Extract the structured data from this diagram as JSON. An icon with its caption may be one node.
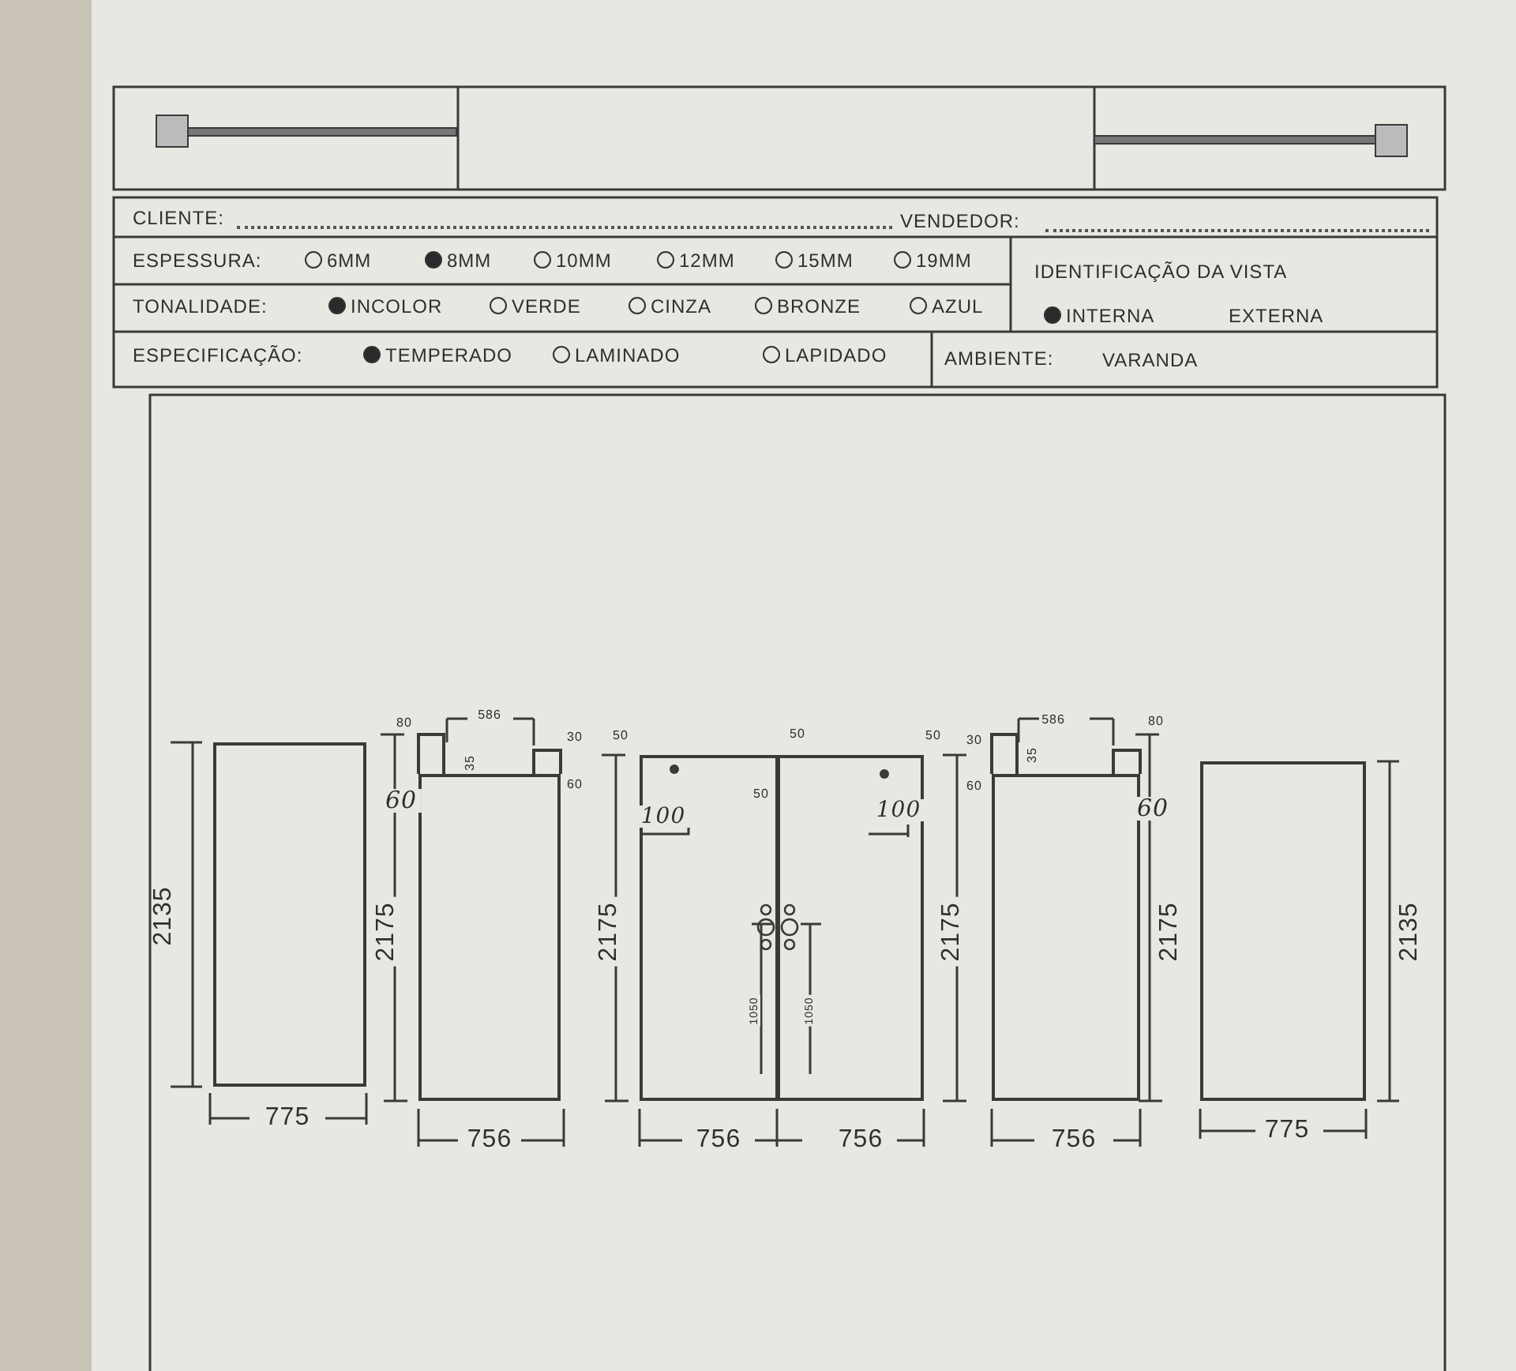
{
  "diagram": {
    "nodes": [
      {
        "text": [],
        "shape": "box"
      },
      {
        "text": [],
        "shape": "box"
      },
      {
        "text": [],
        "shape": "box"
      },
      {
        "text": [],
        "shape": "box"
      },
      {
        "text": [],
        "shape": "box"
      },
      {
        "text": [],
        "shape": "box"
      }
    ],
    "labels": [
      "CLIENTE:",
      "VENDEDOR:",
      "ESPESSURA:",
      "6MM",
      "8MM",
      "10MM",
      "12MM",
      "15MM",
      "19MM",
      "IDENTIFICAÇÃO DA VISTA",
      "TONALIDADE:",
      "INCOLOR",
      "VERDE",
      "CINZA",
      "BRONZE",
      "AZUL",
      "INTERNA",
      "EXTERNA",
      "ESPECIFICAÇÃO:",
      "TEMPERADO",
      "LAMINADO",
      "LAPIDADO",
      "AMBIENTE:",
      "VARANDA",
      "2135",
      "775",
      "80",
      "586",
      "30",
      "35",
      "60",
      "60",
      "2175",
      "756",
      "50",
      "50",
      "50",
      "50",
      "100",
      "100",
      "1050",
      "1050",
      "2175",
      "2175",
      "756",
      "756",
      "30",
      "586",
      "80",
      "35",
      "60",
      "60",
      "2175",
      "756",
      "2135",
      "775"
    ]
  }
}
